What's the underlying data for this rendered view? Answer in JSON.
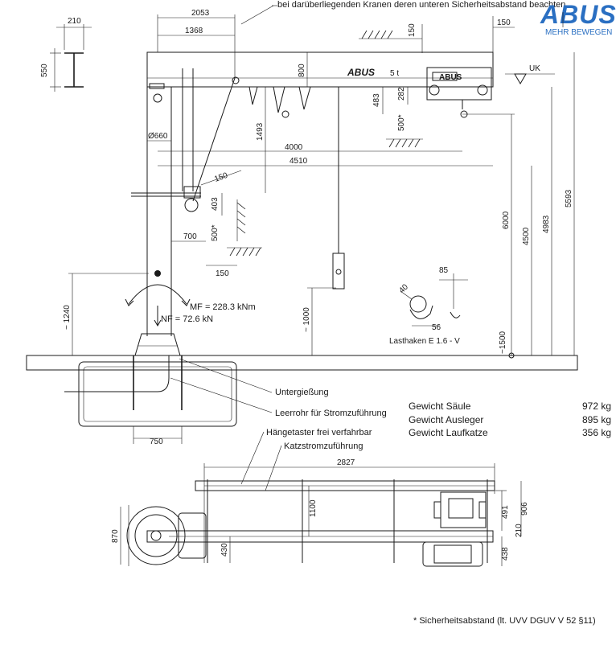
{
  "top_note": "bei darüberliegenden Kranen deren unteren Sicherheitsabstand beachten",
  "logo": {
    "word": "ABUS",
    "tagline": "MEHR BEWEGEN",
    "color": "#2a6fc2"
  },
  "beam_label": {
    "brand": "ABUS",
    "capacity": "5 t"
  },
  "trolley_label": "ABUS",
  "dims": {
    "d210": "210",
    "d550": "550",
    "d2053": "2053",
    "d1368": "1368",
    "d800": "800",
    "d150a": "150",
    "d150b": "150",
    "d483": "483",
    "d282": "282",
    "d500a": "500*",
    "d1493": "1493",
    "d4000": "4000",
    "d4510": "4510",
    "d660": "Ø660",
    "d150c": "150",
    "d403": "403",
    "d500b": "500*",
    "d700": "700",
    "d150d": "150",
    "d1240": "~ 1240",
    "d1000": "~ 1000",
    "d1500": "~1500",
    "d6000": "6000",
    "d4500": "4500",
    "d4983": "4983",
    "d5593": "5593",
    "d85": "85",
    "d40": "40",
    "d56": "56",
    "d750": "750",
    "d2827": "2827",
    "d1100": "1100",
    "d491": "491",
    "d906": "906",
    "d210b": "210",
    "d438": "438",
    "d870": "870",
    "d430": "430",
    "uk": "UK"
  },
  "loads": {
    "mf": "MF = 228.3 kNm",
    "nf": "NF = 72.6 kN"
  },
  "hook_label": "Lasthaken E 1.6 - V",
  "callouts": {
    "grout": "Untergießung",
    "conduit": "Leerrohr für Stromzuführung",
    "pendant": "Hängetaster frei verfahrbar",
    "trolley_power": "Katzstromzuführung"
  },
  "weights": [
    {
      "label": "Gewicht Säule",
      "value": "972 kg"
    },
    {
      "label": "Gewicht Ausleger",
      "value": "895 kg"
    },
    {
      "label": "Gewicht Laufkatze",
      "value": "356 kg"
    }
  ],
  "footnote": "* Sicherheitsabstand (lt. UVV DGUV V 52 §11)"
}
